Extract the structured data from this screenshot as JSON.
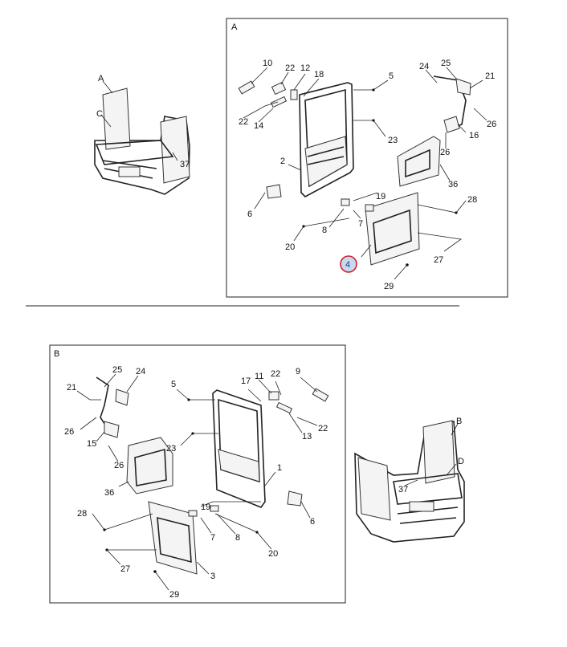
{
  "panels": {
    "a": {
      "label": "A"
    },
    "b": {
      "label": "B"
    }
  },
  "overview_views": {
    "top": {
      "view_a": "A",
      "view_c": "C",
      "callout_37": "37"
    },
    "bottom": {
      "view_b": "B",
      "view_d": "D",
      "callout_37": "37"
    }
  },
  "panel_a_callouts": {
    "c10": "10",
    "c22a": "22",
    "c12": "12",
    "c18": "18",
    "c5": "5",
    "c24": "24",
    "c25": "25",
    "c21": "21",
    "c22b": "22",
    "c14": "14",
    "c23": "23",
    "c26a": "26",
    "c16": "16",
    "c26b": "26",
    "c2": "2",
    "c36": "36",
    "c19": "19",
    "c28": "28",
    "c6": "6",
    "c7": "7",
    "c8": "8",
    "c20": "20",
    "c27": "27",
    "c4": "4",
    "c29": "29"
  },
  "panel_b_callouts": {
    "c25": "25",
    "c24": "24",
    "c21": "21",
    "c5": "5",
    "c17": "17",
    "c11": "11",
    "c22a": "22",
    "c9": "9",
    "c26a": "26",
    "c15": "15",
    "c23": "23",
    "c13": "13",
    "c22b": "22",
    "c26b": "26",
    "c1": "1",
    "c36": "36",
    "c19": "19",
    "c28": "28",
    "c6": "6",
    "c7": "7",
    "c8": "8",
    "c20": "20",
    "c27": "27",
    "c3": "3",
    "c29": "29"
  },
  "highlight": {
    "color": "#d0202e",
    "fill": "#c9d8ee",
    "callout": "4"
  }
}
